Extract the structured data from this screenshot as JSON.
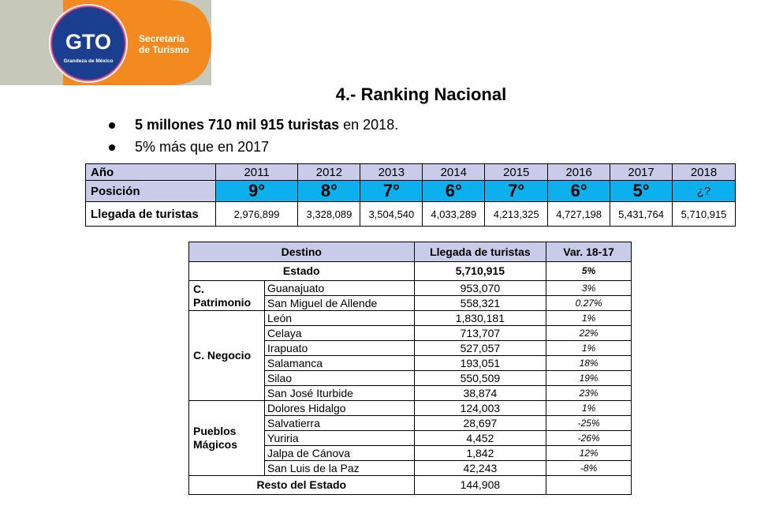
{
  "header": {
    "logo_text": "GTO",
    "logo_tagline": "Grandeza de México",
    "secretaria_line1": "Secretaría",
    "secretaria_line2": "de Turismo",
    "colors": {
      "band": "#c6c9b9",
      "orange": "#f28a1f",
      "logo_blue": "#1a3f8f"
    }
  },
  "title": "4.- Ranking Nacional",
  "bullets": [
    {
      "bold": "5 millones 710 mil 915 turistas",
      "rest": " en 2018."
    },
    {
      "bold": "",
      "rest": "5% más que en 2017"
    }
  ],
  "ranking": {
    "year_label": "Año",
    "position_label": "Posición",
    "arrivals_label": "Llegada de turistas",
    "years": [
      "2011",
      "2012",
      "2013",
      "2014",
      "2015",
      "2016",
      "2017",
      "2018"
    ],
    "positions": [
      "9°",
      "8°",
      "7°",
      "6°",
      "7°",
      "6°",
      "5°",
      "¿?"
    ],
    "arrivals": [
      "2,976,899",
      "3,328,089",
      "3,504,540",
      "4,033,289",
      "4,213,325",
      "4,727,198",
      "5,431,764",
      "5,710,915"
    ],
    "colors": {
      "header": "#c9cce9",
      "position": "#0bb0ec"
    }
  },
  "destinations": {
    "col_destino": "Destino",
    "col_llegada": "Llegada de turistas",
    "col_var": "Var. 18-17",
    "estado_label": "Estado",
    "estado_value": "5,710,915",
    "estado_var": "5%",
    "groups": [
      {
        "name": "C. Patrimonio",
        "rows": [
          {
            "dest": "Guanajuato",
            "value": "953,070",
            "var": "3%"
          },
          {
            "dest": "San Miguel de Allende",
            "value": "558,321",
            "var": "0.27%"
          }
        ]
      },
      {
        "name": "C. Negocio",
        "rows": [
          {
            "dest": "León",
            "value": "1,830,181",
            "var": "1%"
          },
          {
            "dest": "Celaya",
            "value": "713,707",
            "var": "22%"
          },
          {
            "dest": "Irapuato",
            "value": "527,057",
            "var": "1%"
          },
          {
            "dest": "Salamanca",
            "value": "193,051",
            "var": "18%"
          },
          {
            "dest": "Silao",
            "value": "550,509",
            "var": "19%"
          },
          {
            "dest": "San José Iturbide",
            "value": "38,874",
            "var": "23%"
          }
        ]
      },
      {
        "name": "Pueblos Mágicos",
        "rows": [
          {
            "dest": "Dolores Hidalgo",
            "value": "124,003",
            "var": "1%"
          },
          {
            "dest": "Salvatierra",
            "value": "28,697",
            "var": "-25%"
          },
          {
            "dest": "Yuriria",
            "value": "4,452",
            "var": "-26%"
          },
          {
            "dest": "Jalpa de Cánova",
            "value": "1,842",
            "var": "12%"
          },
          {
            "dest": "San Luis de la Paz",
            "value": "42,243",
            "var": "-8%"
          }
        ]
      }
    ],
    "resto_label": "Resto del Estado",
    "resto_value": "144,908",
    "resto_var": ""
  }
}
